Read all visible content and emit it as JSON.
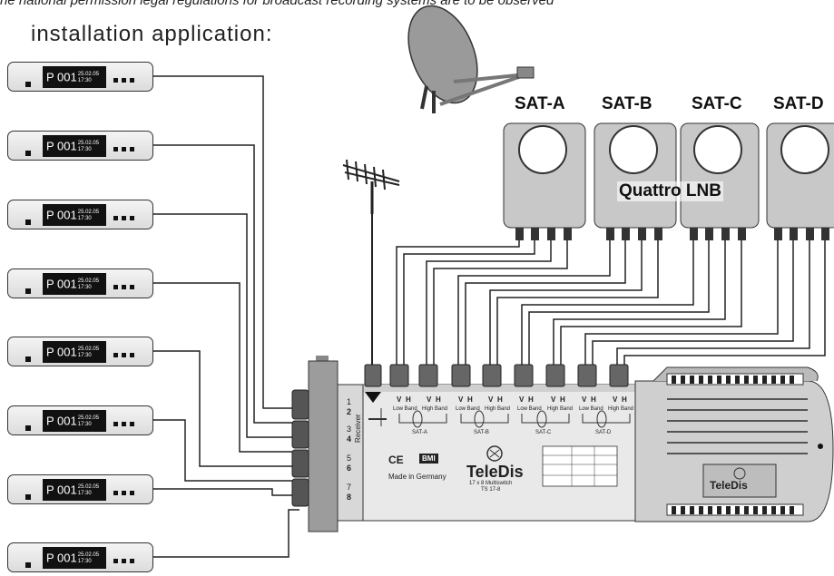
{
  "header": {
    "notice": "he national permission legal regulations for broadcast recording systems are to be observed",
    "title": "installation application:"
  },
  "receiver": {
    "program": "P 001",
    "date": "25.02.05",
    "time": "17:30"
  },
  "receivers": [
    1,
    2,
    3,
    4,
    5,
    6,
    7,
    8
  ],
  "lnbs": [
    "SAT-A",
    "SAT-B",
    "SAT-C",
    "SAT-D"
  ],
  "quattro_label": "Quattro LNB",
  "switch": {
    "outputs": [
      "1",
      "2",
      "3",
      "4",
      "5",
      "6",
      "7",
      "8"
    ],
    "receiver_label": "Receiver",
    "band_low": "Low Band",
    "band_high": "High Band",
    "pol_v": "V",
    "pol_h": "H",
    "sat_groups": [
      "SAT-A",
      "SAT-B",
      "SAT-C",
      "SAT-D"
    ],
    "ce_mark": "CE",
    "made_in": "Made in Germany",
    "brand": "TeleDis",
    "model_line1": "17 x 8 Multiswitch",
    "model_line2": "TS 17-8",
    "logo_badge": "BMI"
  },
  "power_supply": {
    "brand": "TeleDis"
  }
}
